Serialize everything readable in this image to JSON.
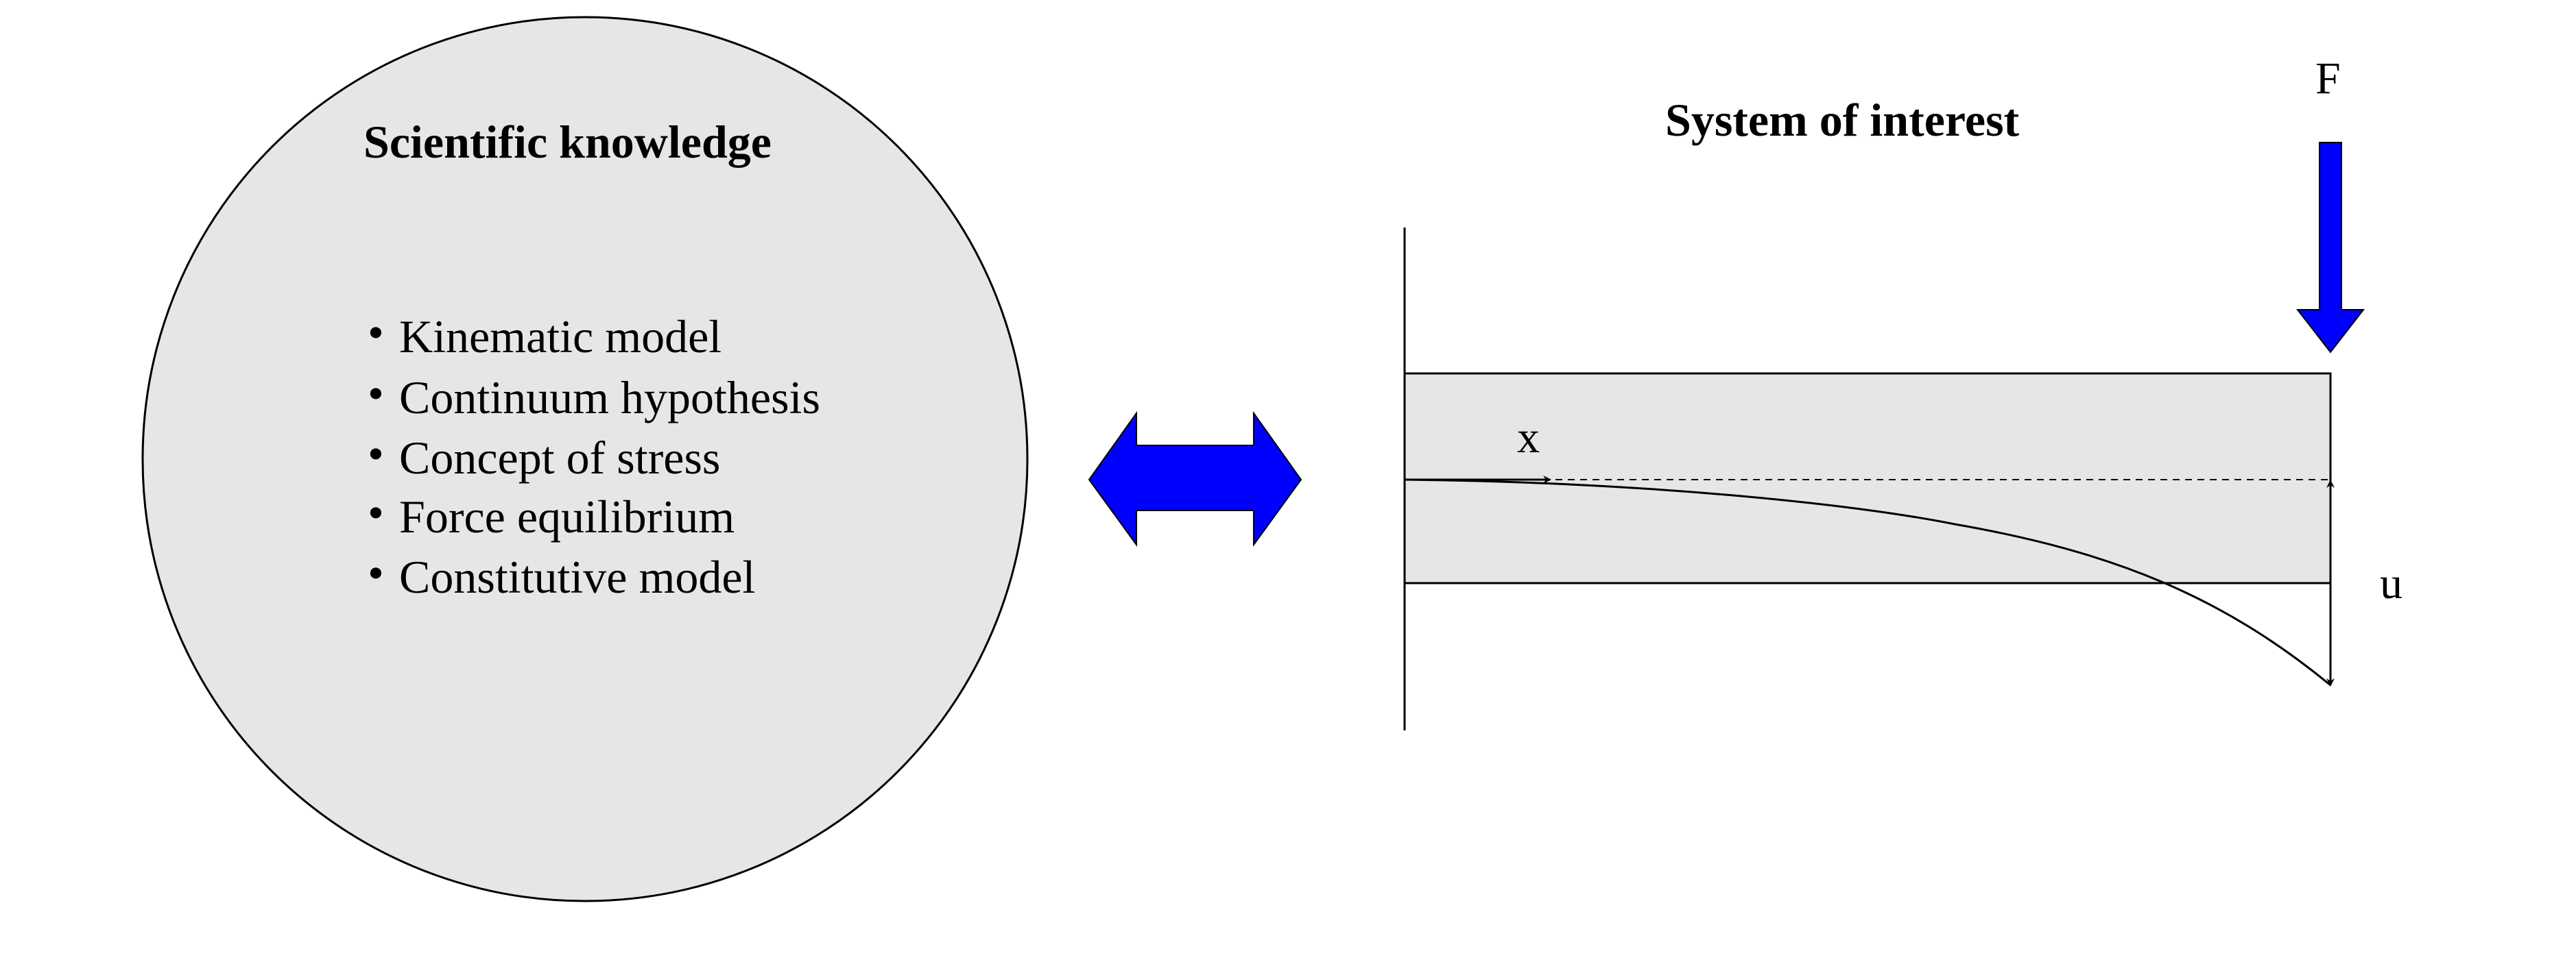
{
  "knowledge": {
    "title": "Scientific knowledge",
    "items": [
      "Kinematic model",
      "Continuum hypothesis",
      "Concept of stress",
      "Force equilibrium",
      "Constitutive model"
    ]
  },
  "system": {
    "title": "System of interest",
    "force_label": "F",
    "axis_label": "x",
    "deflection_label": "u"
  },
  "colors": {
    "fill_gray": "#e6e6e6",
    "arrow_blue": "#0000ff",
    "stroke": "#000000"
  }
}
